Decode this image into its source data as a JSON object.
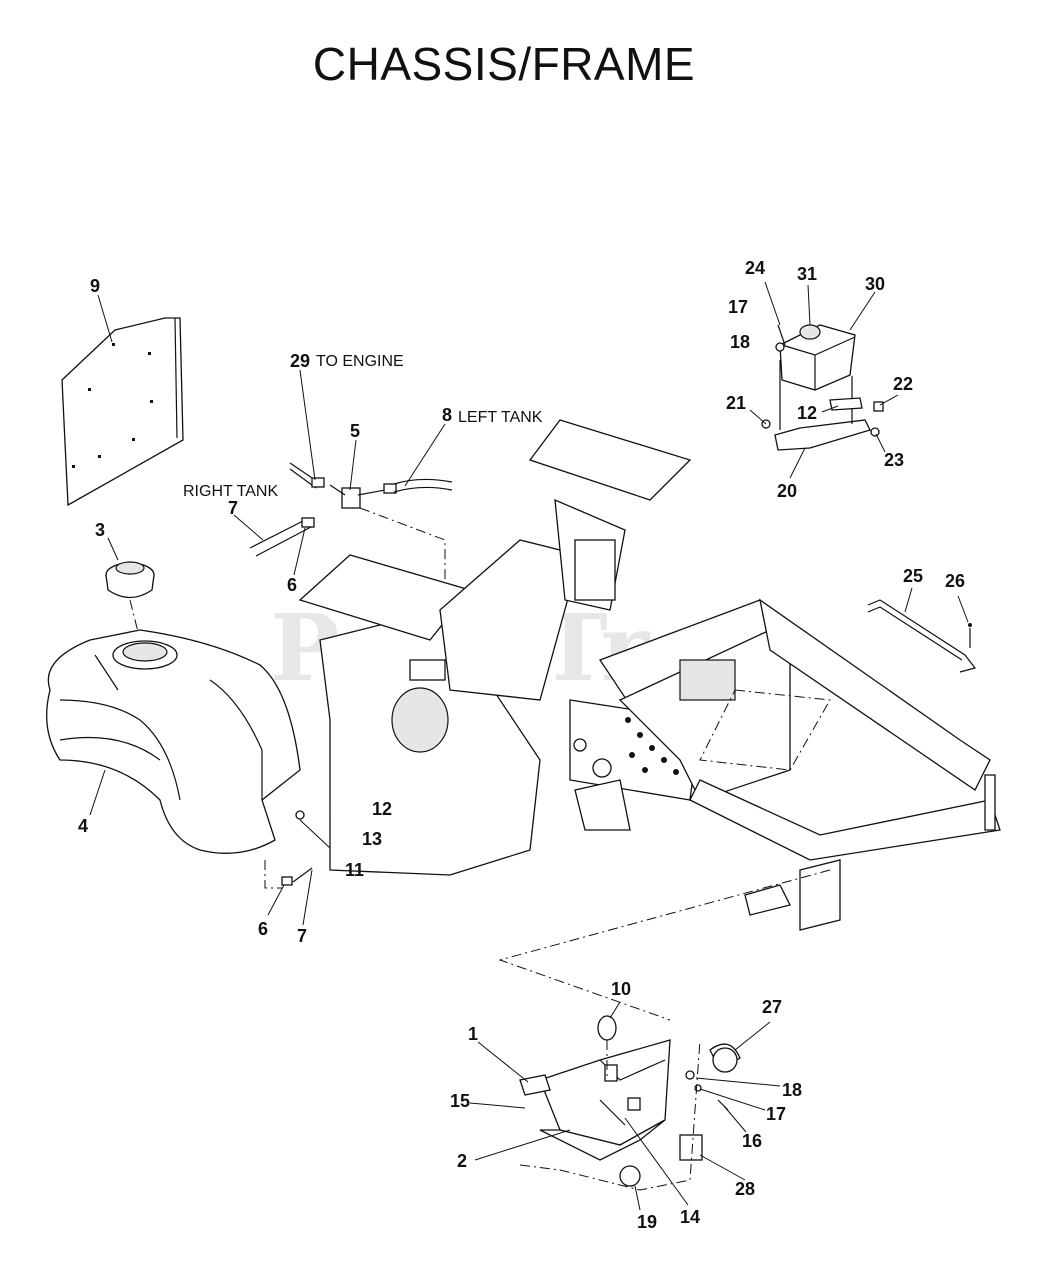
{
  "title": "CHASSIS/FRAME",
  "watermark": "PartsTree",
  "notes": {
    "to_engine": "TO ENGINE",
    "left_tank": "LEFT TANK",
    "right_tank": "RIGHT TANK"
  },
  "callouts": {
    "c1": "1",
    "c2": "2",
    "c3": "3",
    "c4": "4",
    "c5": "5",
    "c6a": "6",
    "c6b": "6",
    "c7a": "7",
    "c7b": "7",
    "c8": "8",
    "c9": "9",
    "c10": "10",
    "c11": "11",
    "c12a": "12",
    "c12b": "12",
    "c13": "13",
    "c14": "14",
    "c15": "15",
    "c16": "16",
    "c17a": "17",
    "c17b": "17",
    "c18a": "18",
    "c18b": "18",
    "c19": "19",
    "c20": "20",
    "c21": "21",
    "c22": "22",
    "c23": "23",
    "c24": "24",
    "c25": "25",
    "c26": "26",
    "c27": "27",
    "c28": "28",
    "c29": "29",
    "c30": "30",
    "c31": "31"
  }
}
